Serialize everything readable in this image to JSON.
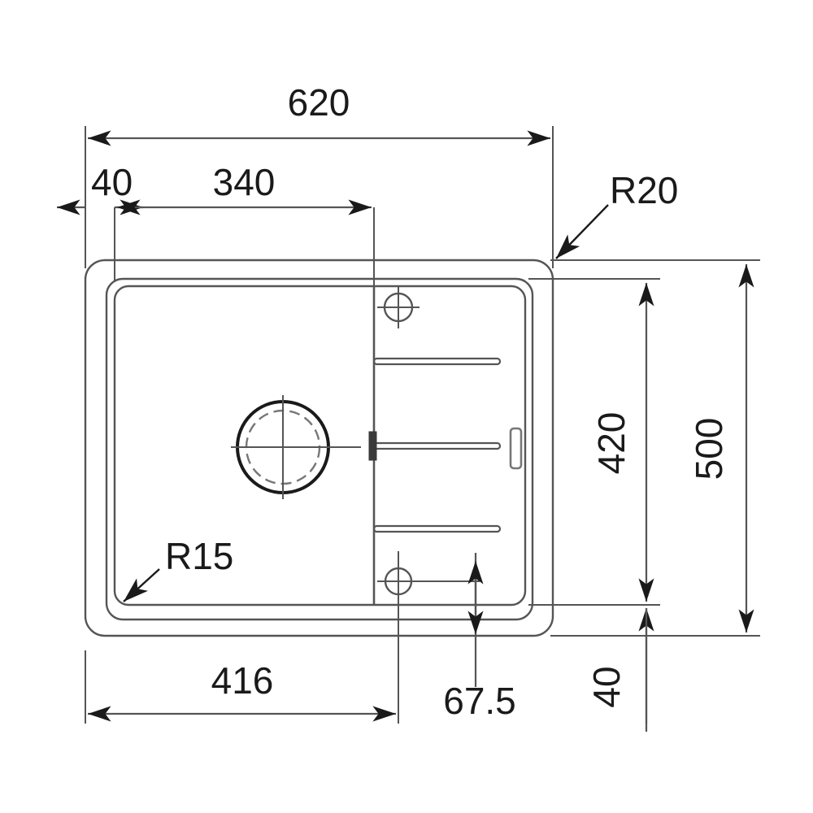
{
  "drawing": {
    "title": "Kitchen sink technical dimension drawing",
    "units": "mm",
    "line_color": "#555555",
    "heavy_line_color": "#1a1a1a",
    "text_color": "#1a1a1a",
    "background": "#ffffff"
  },
  "dimensions": {
    "overall_width": "620",
    "left_rim_offset": "40",
    "bowl_width": "340",
    "bowl_bottom_width": "416",
    "overall_depth": "500",
    "inner_depth": "420",
    "bottom_offset": "40",
    "hole_offset": "67.5"
  },
  "radii": {
    "outer_corner": "R20",
    "inner_corner": "R15"
  },
  "labels": [
    {
      "id": "dim-620",
      "text": "620",
      "kind": "horizontal-dimension"
    },
    {
      "id": "dim-40-top",
      "text": "40",
      "kind": "horizontal-dimension"
    },
    {
      "id": "dim-340",
      "text": "340",
      "kind": "horizontal-dimension"
    },
    {
      "id": "dim-416",
      "text": "416",
      "kind": "horizontal-dimension"
    },
    {
      "id": "dim-67-5",
      "text": "67.5",
      "kind": "vertical-dimension"
    },
    {
      "id": "dim-500",
      "text": "500",
      "kind": "vertical-dimension"
    },
    {
      "id": "dim-420",
      "text": "420",
      "kind": "vertical-dimension"
    },
    {
      "id": "dim-40-bottom",
      "text": "40",
      "kind": "vertical-dimension"
    },
    {
      "id": "rad-R20",
      "text": "R20",
      "kind": "radius-callout"
    },
    {
      "id": "rad-R15",
      "text": "R15",
      "kind": "radius-callout"
    }
  ],
  "features": {
    "bowl": "rounded-rectangular-basin",
    "drain": "circular-waste-outlet",
    "drainboard": "ribbed-draining-board",
    "tap_hole": "faucet-mounting-hole",
    "overflow": "overflow-hole",
    "slot": "drain-channel-slot"
  }
}
